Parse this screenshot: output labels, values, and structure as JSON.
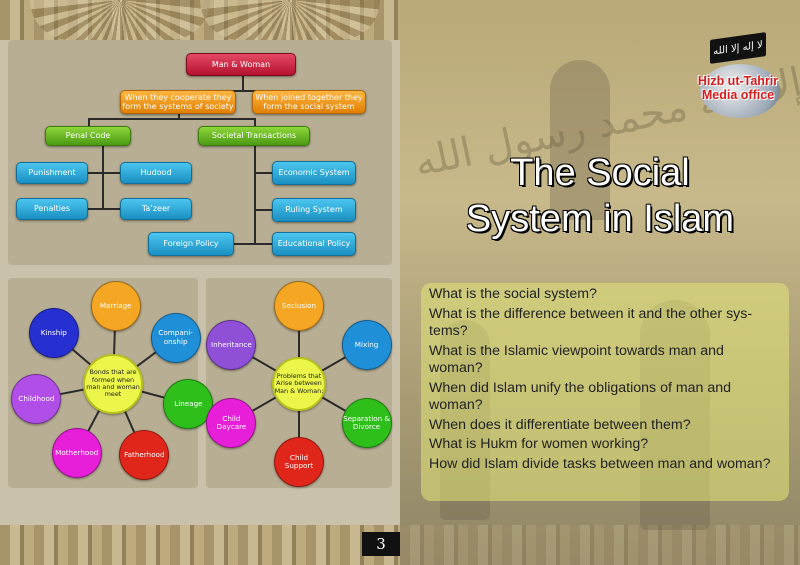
{
  "left_page": {
    "org_chart": {
      "root": "Man & Woman",
      "branch_cooperate": "When they cooperate they form the systems of society",
      "branch_joined": "When joined together they form the social system",
      "penal_code": "Penal Code",
      "societal_transactions": "Societal Transactions",
      "punishment": "Punishment",
      "hudood": "Hudood",
      "penalties": "Penalties",
      "tazeer": "Ta’zeer",
      "economic_system": "Economic System",
      "ruling_system": "Ruling System",
      "foreign_policy": "Foreign Policy",
      "educational_policy": "Educational Policy"
    },
    "bonds_diagram": {
      "center": "Bonds that are formed when man and woman meet",
      "items": [
        {
          "label": "Marriage",
          "color": "#f5a623"
        },
        {
          "label": "Compani-\nonship",
          "color": "#1f8fd8"
        },
        {
          "label": "Lineage",
          "color": "#2fbf1b"
        },
        {
          "label": "Fatherhood",
          "color": "#e0261a"
        },
        {
          "label": "Motherhood",
          "color": "#e81fd8"
        },
        {
          "label": "Childhood",
          "color": "#b14ee8"
        },
        {
          "label": "Kinship",
          "color": "#2630d0"
        }
      ]
    },
    "problems_diagram": {
      "center": "Problems that Arise between Man & Woman:",
      "items": [
        {
          "label": "Seclusion",
          "color": "#f5a623"
        },
        {
          "label": "Mixing",
          "color": "#1f8fd8"
        },
        {
          "label": "Separation & Divorce",
          "color": "#2fbf1b"
        },
        {
          "label": "Child Support",
          "color": "#e0261a"
        },
        {
          "label": "Child Daycare",
          "color": "#e81fd8"
        },
        {
          "label": "Inheritance",
          "color": "#8f4fd6"
        }
      ]
    },
    "page_number": "3"
  },
  "right_page": {
    "logo": {
      "line1": "Hizb ut-Tahrir",
      "line2": "Media office"
    },
    "title_line1": "The Social",
    "title_line2": "System in Islam",
    "questions": [
      "What is the social system?",
      "What is the difference between it and the other sys-tems?",
      "What is the Islamic viewpoint towards man and woman?",
      "When did Islam unify the obligations of man and woman?",
      "When does it differentiate between them?",
      "What is Hukm for women working?",
      "How did Islam divide tasks between man and woman?"
    ]
  }
}
